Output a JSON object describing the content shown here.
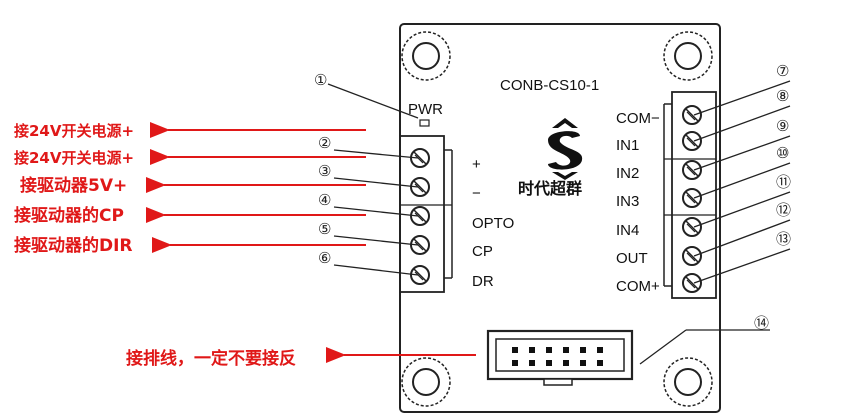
{
  "board": {
    "model": "CONB-CS10-1",
    "pwr_label": "PWR",
    "brand": "时代超群"
  },
  "left_terminal": {
    "labels": [
      "+",
      "−",
      "OPTO",
      "CP",
      "DR"
    ],
    "numbers": [
      "②",
      "③",
      "④",
      "⑤",
      "⑥"
    ]
  },
  "right_terminal": {
    "labels": [
      "COM−",
      "IN1",
      "IN2",
      "IN3",
      "IN4",
      "OUT",
      "COM+"
    ],
    "numbers": [
      "⑦",
      "⑧",
      "⑨",
      "⑩",
      "⑪",
      "⑫",
      "⑬"
    ]
  },
  "pwr_number": "①",
  "header_number": "⑭",
  "annotations": {
    "power_plus": "接24V开关电源+",
    "power_minus": "接24V开关电源+",
    "driver_5v": "接驱动器5V+",
    "driver_cp": "接驱动器的CP",
    "driver_dir": "接驱动器的DIR",
    "ribbon": "接排线，一定不要接反"
  },
  "colors": {
    "annotation": "#e01818",
    "line": "#222222"
  }
}
